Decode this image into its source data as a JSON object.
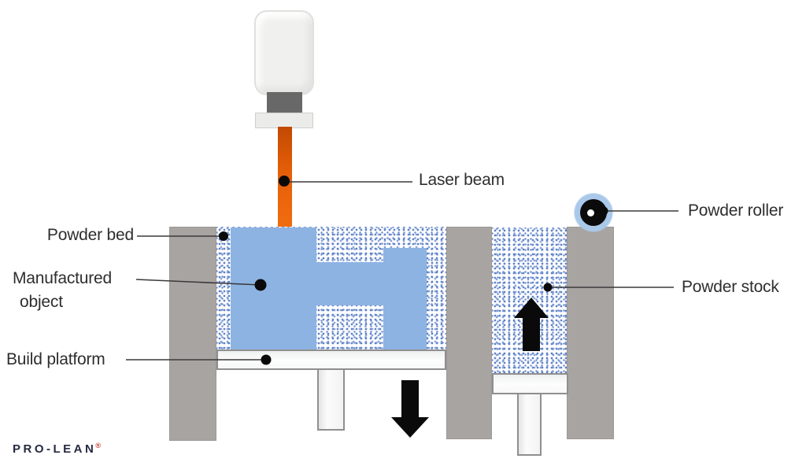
{
  "labels": {
    "laser_beam": "Laser beam",
    "powder_roller": "Powder roller",
    "powder_bed": "Powder bed",
    "manufactured_object": {
      "line1": "Manufactured",
      "line2": "object"
    },
    "build_platform": "Build platform",
    "powder_stock": "Powder stock"
  },
  "logo": {
    "text": "PRO-LEAN",
    "registered_mark": "®"
  },
  "colors": {
    "laser_beam_orange": "#E65F08",
    "object_blue": "#8DB3E2",
    "roller_ring_blue": "#AAC8EA",
    "wall_gray": "#A8A4A1",
    "powder_dot_blue": "#5F82C6",
    "arrow_black": "#0A0A0A",
    "label_text": "#2E2E2E",
    "logo_navy": "#252A40",
    "logo_registered_red": "#C23B33"
  }
}
